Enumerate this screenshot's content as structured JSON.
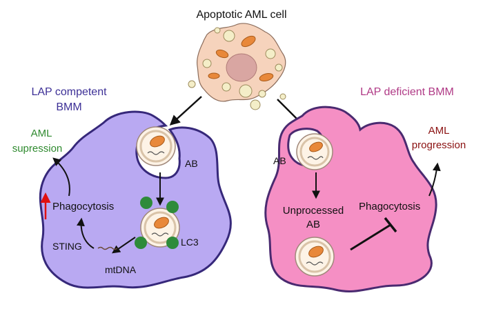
{
  "title": "Apoptotic AML cell",
  "left_panel": {
    "label_line1": "LAP competent",
    "label_line2": "BMM",
    "outcome_line1": "AML",
    "outcome_line2": "supression",
    "ab_label": "AB",
    "phagocytosis_label": "Phagocytosis",
    "lc3_label": "LC3",
    "sting_label": "STING",
    "mtdna_label": "mtDNA"
  },
  "right_panel": {
    "label": "LAP deficient BMM",
    "outcome_line1": "AML",
    "outcome_line2": "progression",
    "ab_label": "AB",
    "unprocessed_line1": "Unprocessed",
    "unprocessed_line2": "AB",
    "phagocytosis_label": "Phagocytosis"
  },
  "colors": {
    "left_cell_fill": "#b9a9f2",
    "left_cell_stroke": "#36287a",
    "right_cell_fill": "#f58fc4",
    "right_cell_stroke": "#4a2a70",
    "left_label": "#3c2f96",
    "right_label": "#b03a86",
    "suppression_text": "#2f8a2f",
    "progression_text": "#8a1010",
    "lc3_dot": "#2e8b3a",
    "up_arrow": "#e01010"
  }
}
